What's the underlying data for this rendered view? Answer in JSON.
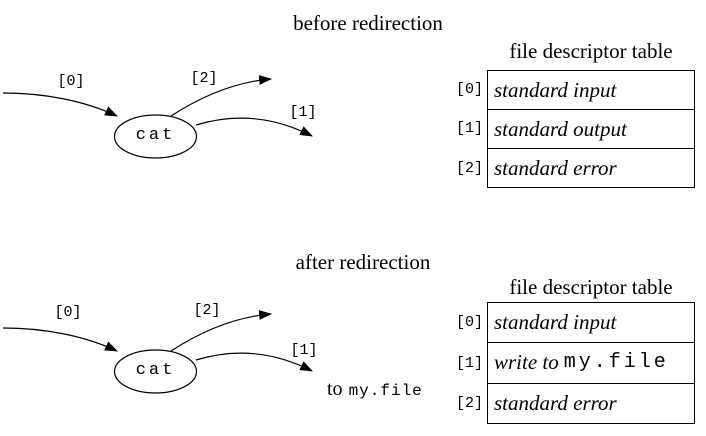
{
  "colors": {
    "ink": "#000000",
    "background": "#ffffff"
  },
  "before": {
    "title": "before redirection",
    "table_title": "file descriptor table",
    "process_label": "cat",
    "arrow_labels": {
      "fd0": "[0]",
      "fd1": "[1]",
      "fd2": "[2]"
    },
    "table": {
      "rows": [
        {
          "index": "[0]",
          "italic": "standard input",
          "mono": ""
        },
        {
          "index": "[1]",
          "italic": "standard output",
          "mono": ""
        },
        {
          "index": "[2]",
          "italic": "standard error",
          "mono": ""
        }
      ]
    }
  },
  "after": {
    "title": "after redirection",
    "table_title": "file descriptor table",
    "process_label": "cat",
    "arrow_labels": {
      "fd0": "[0]",
      "fd1": "[1]",
      "fd2": "[2]"
    },
    "annotation": {
      "prefix": "to",
      "filename": "my.file"
    },
    "table": {
      "rows": [
        {
          "index": "[0]",
          "italic": "standard input",
          "mono": ""
        },
        {
          "index": "[1]",
          "italic": "write to",
          "mono": "my.file"
        },
        {
          "index": "[2]",
          "italic": "standard error",
          "mono": ""
        }
      ]
    }
  }
}
